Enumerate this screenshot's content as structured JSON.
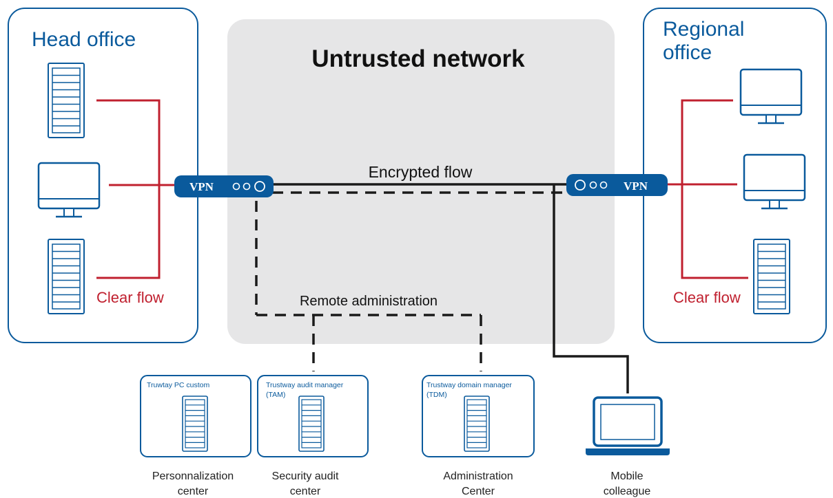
{
  "head_office": {
    "title": "Head office",
    "clear_flow": "Clear flow"
  },
  "regional_office": {
    "title_line1": "Regional",
    "title_line2": "office",
    "clear_flow": "Clear flow"
  },
  "untrusted": {
    "title": "Untrusted network",
    "encrypted_flow": "Encrypted flow",
    "remote_admin": "Remote  administration"
  },
  "vpn": {
    "left_label": "VPN",
    "right_label": "VPN"
  },
  "centers": [
    {
      "box_label_1": "Truwtay PC custom",
      "box_label_2": "",
      "caption_1": "Personnalization",
      "caption_2": "center"
    },
    {
      "box_label_1": "Trustway audit manager",
      "box_label_2": "(TAM)",
      "caption_1": "Security audit",
      "caption_2": "center"
    },
    {
      "box_label_1": "Trustway domain manager",
      "box_label_2": "(TDM)",
      "caption_1": "Administration",
      "caption_2": "Center"
    }
  ],
  "mobile": {
    "caption_1": "Mobile",
    "caption_2": "colleague"
  },
  "colors": {
    "brand_blue": "#0a5a9c",
    "clear_flow_red": "#c0202f",
    "untrusted_bg": "#e6e6e7",
    "encrypted_line": "#1a1a1a"
  },
  "icons": [
    "server-rack-icon",
    "desktop-monitor-icon",
    "vpn-router-icon",
    "laptop-icon"
  ]
}
